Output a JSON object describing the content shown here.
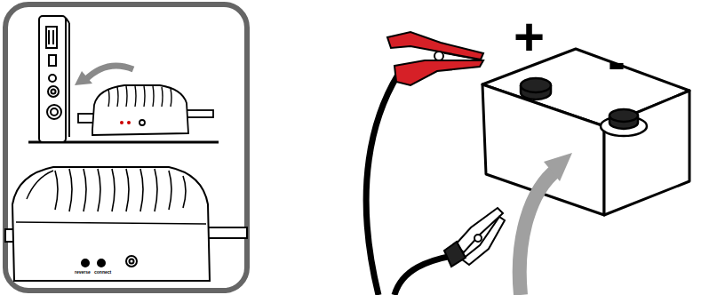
{
  "diagram": {
    "labels": [
      "reverse",
      "connect",
      "+",
      "-"
    ]
  }
}
